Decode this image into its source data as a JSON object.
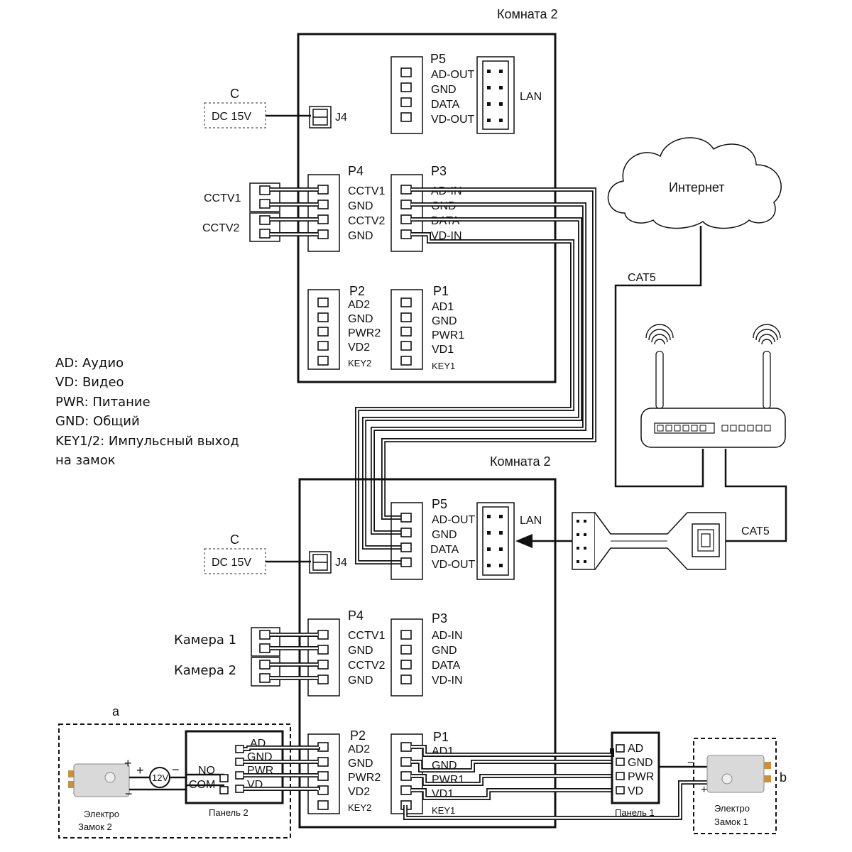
{
  "room_top": {
    "title": "Комната 2"
  },
  "room_bottom": {
    "title": "Комната 2"
  },
  "power": {
    "group_label": "C",
    "supply": "DC 15V",
    "jack": "J4"
  },
  "connectors": {
    "P5": {
      "name": "P5",
      "pins": [
        "AD-OUT",
        "GND",
        "DATA",
        "VD-OUT"
      ]
    },
    "LAN": {
      "name": "LAN"
    },
    "P4": {
      "name": "P4",
      "pins": [
        "CCTV1",
        "GND",
        "CCTV2",
        "GND"
      ]
    },
    "P3": {
      "name": "P3",
      "pins": [
        "AD-IN",
        "GND",
        "DATA",
        "VD-IN"
      ]
    },
    "P2": {
      "name": "P2",
      "pins": [
        "AD2",
        "GND",
        "PWR2",
        "VD2",
        "KEY2"
      ]
    },
    "P1": {
      "name": "P1",
      "pins": [
        "AD1",
        "GND",
        "PWR1",
        "VD1",
        "KEY1"
      ]
    }
  },
  "cctv_top": [
    "CCTV1",
    "CCTV2"
  ],
  "cameras_bottom": [
    "Камера 1",
    "Камера 2"
  ],
  "network": {
    "internet": "Интернет",
    "cable1": "CAT5",
    "cable2": "CAT5"
  },
  "legend": [
    "AD: Аудио",
    "VD: Видео",
    "PWR: Питание",
    "GND: Общий",
    "KEY1/2: Импульсный выход",
    "на замок"
  ],
  "group_a": {
    "label": "a",
    "lock_caption": [
      "Электро",
      "Замок 2"
    ],
    "psu": "12V",
    "plus": "+",
    "minus": "−",
    "panel_caption": "Панель 2",
    "relay": [
      "NO",
      "COM"
    ],
    "panel_pins": [
      "AD",
      "GND",
      "PWR",
      "VD"
    ]
  },
  "group_b": {
    "label": "b",
    "lock_caption": [
      "Электро",
      "Замок 1"
    ],
    "plus": "+",
    "minus": "−",
    "panel_caption": "Панель 1",
    "panel_pins": [
      "AD",
      "GND",
      "PWR",
      "VD"
    ]
  }
}
